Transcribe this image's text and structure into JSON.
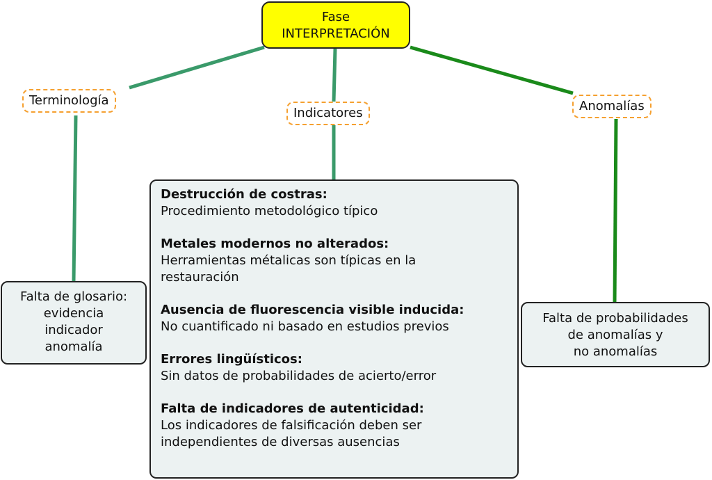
{
  "root": {
    "line1": "Fase",
    "line2": "INTERPRETACIÓN"
  },
  "branches": {
    "terminologia": {
      "label": "Terminología",
      "box": [
        "Falta de glosario:",
        "evidencia",
        "indicador",
        "anomalía"
      ]
    },
    "indicatores": {
      "label": "Indicatores",
      "items": [
        {
          "title": "Destrucción de costras:",
          "text": "Procedimiento metodológico típico"
        },
        {
          "title": "Metales modernos no alterados:",
          "text": "Herramientas métalicas son típicas en la restauración"
        },
        {
          "title": "Ausencia de fluorescencia visible inducida:",
          "text": "No cuantificado ni basado en estudios previos"
        },
        {
          "title": "Errores lingüísticos:",
          "text": "Sin datos de probabilidades de acierto/error"
        },
        {
          "title": "Falta de indicadores de autenticidad:",
          "text": "Los indicadores de falsificación deben ser independientes de diversas ausencias"
        }
      ]
    },
    "anomalias": {
      "label": "Anomalías",
      "box": [
        "Falta de probabilidades",
        "de anomalías y",
        "no anomalías"
      ]
    }
  },
  "colors": {
    "link_left": "#3a9a6a",
    "link_right": "#1a8a1a",
    "root_fill": "#ffff00",
    "label_border": "#f5a030",
    "box_fill": "#ecf2f2"
  }
}
